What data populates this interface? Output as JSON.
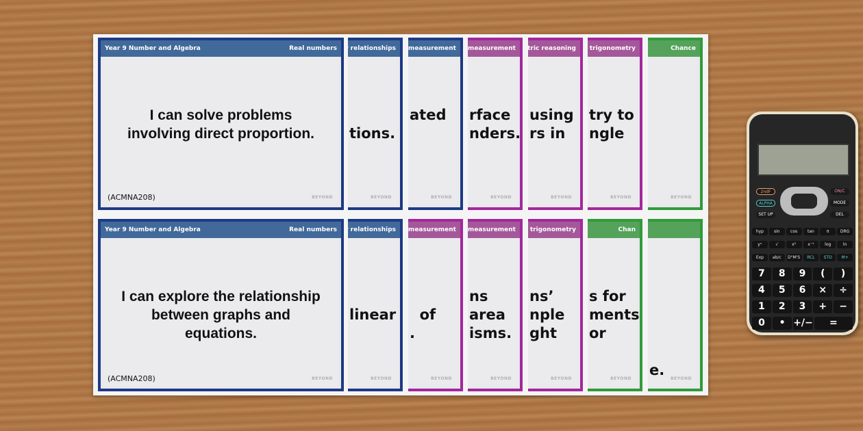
{
  "main_card_top": {
    "category": "Year 9 Number and Algebra",
    "topic": "Real numbers",
    "statement": [
      "I can solve problems",
      "involving direct proportion."
    ],
    "code": "(ACMNA208)",
    "brand": "BEYOND"
  },
  "main_card_bottom": {
    "category": "Year 9 Number and Algebra",
    "topic": "Real numbers",
    "statement": [
      "I can explore the relationship",
      "between graphs and",
      "equations."
    ],
    "code": "(ACMNA208)",
    "brand": "BEYOND"
  },
  "top_strips": [
    {
      "color": "blue",
      "header": "ear relationships",
      "lines": [
        "",
        "tions."
      ],
      "brand": "BEYOND"
    },
    {
      "color": "blue",
      "header": "of measurement",
      "lines": [
        "ated"
      ],
      "brand": "BEYOND"
    },
    {
      "color": "pink",
      "header": "of measurement",
      "lines": [
        "rface",
        "nders."
      ],
      "brand": "BEYOND"
    },
    {
      "color": "pink",
      "header": "metric reasoning",
      "lines": [
        "using",
        "rs in"
      ],
      "brand": "BEYOND"
    },
    {
      "color": "pink",
      "header": "nd trigonometry",
      "lines": [
        "try to",
        "ngle"
      ],
      "brand": "BEYOND"
    },
    {
      "color": "green",
      "header": "Chance",
      "lines": [],
      "brand": "BEYOND"
    }
  ],
  "bottom_strips": [
    {
      "color": "blue",
      "header": "ar relationships",
      "lines": [
        "",
        "linear"
      ],
      "brand": "BEYOND"
    },
    {
      "color": "pink",
      "header": "of measurement",
      "lines": [
        "",
        "  of",
        "."
      ],
      "brand": "BEYOND"
    },
    {
      "color": "pink",
      "header": "of measurement",
      "lines": [
        "ns",
        "area",
        "isms."
      ],
      "brand": "BEYOND"
    },
    {
      "color": "pink",
      "header": "nd trigonometry",
      "lines": [
        "ns’",
        "nple",
        "ght"
      ],
      "brand": "BEYOND"
    },
    {
      "color": "green",
      "header": "Chan",
      "lines": [
        "s for",
        "ments",
        "or"
      ],
      "brand": "BEYOND"
    },
    {
      "color": "green",
      "header": "",
      "lines": [
        "",
        "",
        "",
        "",
        "e."
      ],
      "brand": "BEYOND"
    }
  ],
  "calculator": {
    "left_keys": [
      "2ndF",
      "ALPHA",
      "SET UP"
    ],
    "right_keys": [
      "ON/C",
      "MODE",
      "DEL"
    ],
    "fn_rows": [
      [
        "hyp",
        "sin",
        "cos",
        "tan",
        "π",
        "DRG"
      ],
      [
        "yˣ",
        "√",
        "x²",
        "x⁻¹",
        "log",
        "ln"
      ],
      [
        "Exp",
        "ab/c",
        "D°M'S",
        "RCL",
        "STO",
        "M+"
      ]
    ],
    "num_rows": [
      [
        "7",
        "8",
        "9",
        "(",
        ")"
      ],
      [
        "4",
        "5",
        "6",
        "×",
        "÷"
      ],
      [
        "1",
        "2",
        "3",
        "+",
        "−"
      ],
      [
        "0",
        "•",
        "+/−",
        "="
      ]
    ]
  }
}
